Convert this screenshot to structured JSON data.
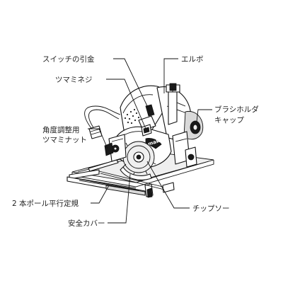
{
  "labels": {
    "switch_trigger": "スイッチの引金",
    "elbow": "エルボ",
    "knob_screw": "ツマミネジ",
    "brush_holder_line1": "ブラシホルダ",
    "brush_holder_line2": "キャップ",
    "angle_adjust_line1": "角度調整用",
    "angle_adjust_line2": "ツマミナット",
    "parallel_guide": "2 本ポール平行定規",
    "tip_saw": "チップソー",
    "safety_cover": "安全カバー"
  },
  "brand_mark": "makita"
}
